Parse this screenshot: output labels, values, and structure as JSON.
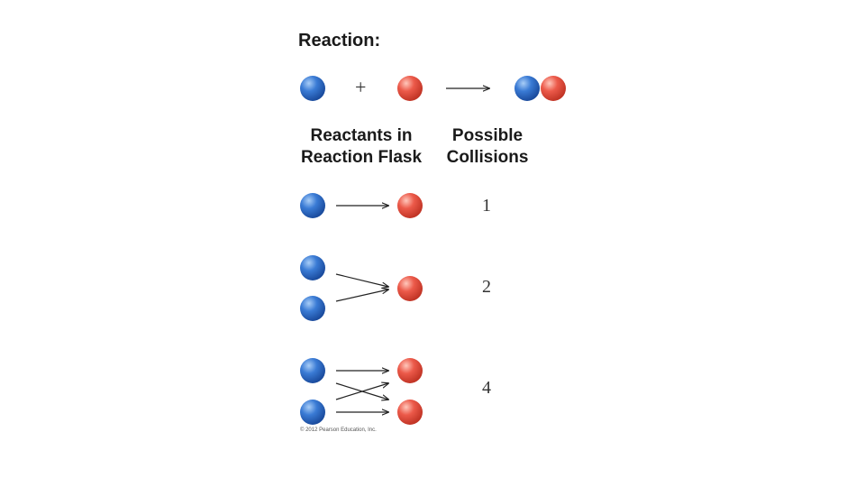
{
  "title": "Reaction:",
  "equation": {
    "plus": "+"
  },
  "columns": {
    "left": "Reactants in\nReaction Flask",
    "right": "Possible\nCollisions"
  },
  "rows": [
    {
      "blue_count": 1,
      "red_count": 1,
      "collisions": "1"
    },
    {
      "blue_count": 2,
      "red_count": 1,
      "collisions": "2"
    },
    {
      "blue_count": 2,
      "red_count": 2,
      "collisions": "4"
    }
  ],
  "copyright": "© 2012 Pearson Education, Inc.",
  "colors": {
    "blue": "#3a7bd5",
    "red": "#ec5a4a",
    "arrow": "#222222"
  }
}
